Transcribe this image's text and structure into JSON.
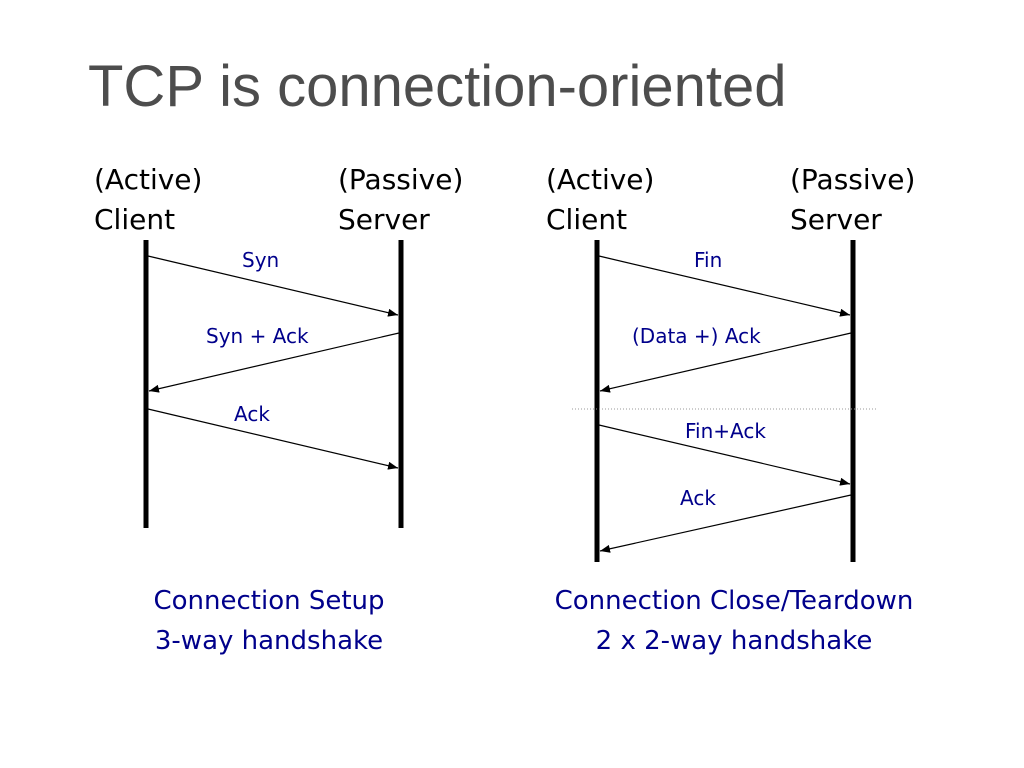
{
  "title": "TCP is connection-oriented",
  "colors": {
    "title": "#4d4d4d",
    "text": "#000000",
    "accent": "#00008b"
  },
  "setup": {
    "client": {
      "role": "(Active)",
      "name": "Client"
    },
    "server": {
      "role": "(Passive)",
      "name": "Server"
    },
    "messages": [
      {
        "label": "Syn",
        "from": "client",
        "to": "server"
      },
      {
        "label": "Syn + Ack",
        "from": "server",
        "to": "client"
      },
      {
        "label": "Ack",
        "from": "client",
        "to": "server"
      }
    ],
    "caption": {
      "line1": "Connection Setup",
      "line2": "3-way handshake"
    }
  },
  "teardown": {
    "client": {
      "role": "(Active)",
      "name": "Client"
    },
    "server": {
      "role": "(Passive)",
      "name": "Server"
    },
    "messages": [
      {
        "label": "Fin",
        "from": "client",
        "to": "server"
      },
      {
        "label": "(Data +) Ack",
        "from": "server",
        "to": "client"
      },
      {
        "label": "Fin+Ack",
        "from": "client",
        "to": "server"
      },
      {
        "label": "Ack",
        "from": "server",
        "to": "client"
      }
    ],
    "caption": {
      "line1": "Connection Close/Teardown",
      "line2": "2 x 2-way handshake"
    }
  }
}
